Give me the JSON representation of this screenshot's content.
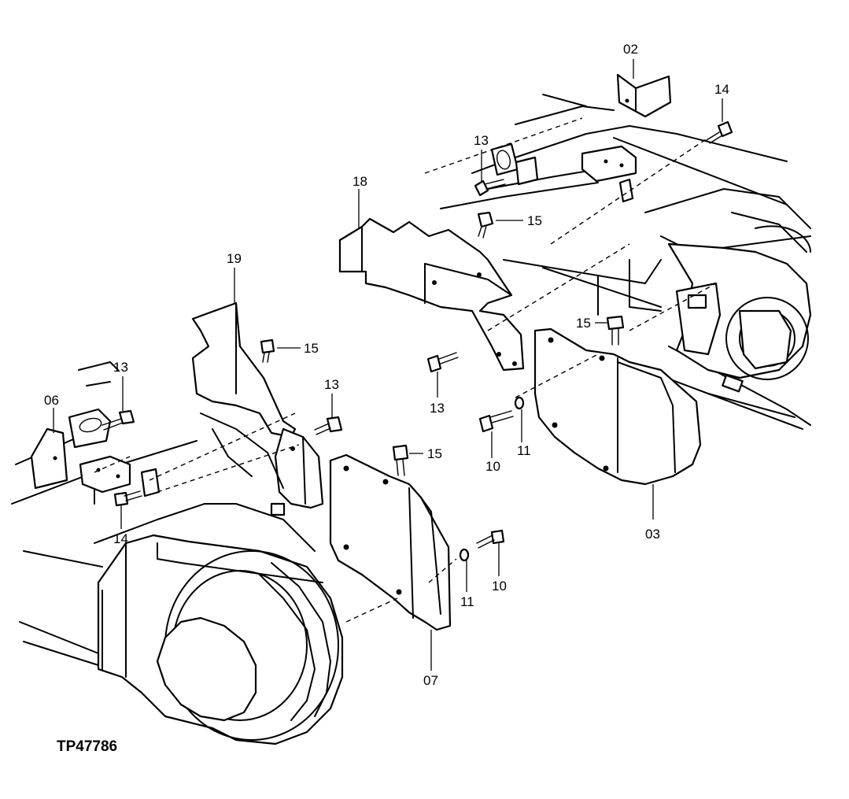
{
  "figure": {
    "id": "TP47786"
  },
  "callouts": {
    "c02": "02",
    "c14_top": "14",
    "c13_top": "13",
    "c18": "18",
    "c15_a": "15",
    "c15_b": "15",
    "c13_mid": "13",
    "c11_right": "11",
    "c10_right": "10",
    "c03": "03",
    "c19": "19",
    "c15_c": "15",
    "c13_left": "13",
    "c06": "06",
    "c13_left_b": "13",
    "c14_left": "14",
    "c15_d": "15",
    "c11_lower": "11",
    "c10_lower": "10",
    "c07": "07"
  }
}
